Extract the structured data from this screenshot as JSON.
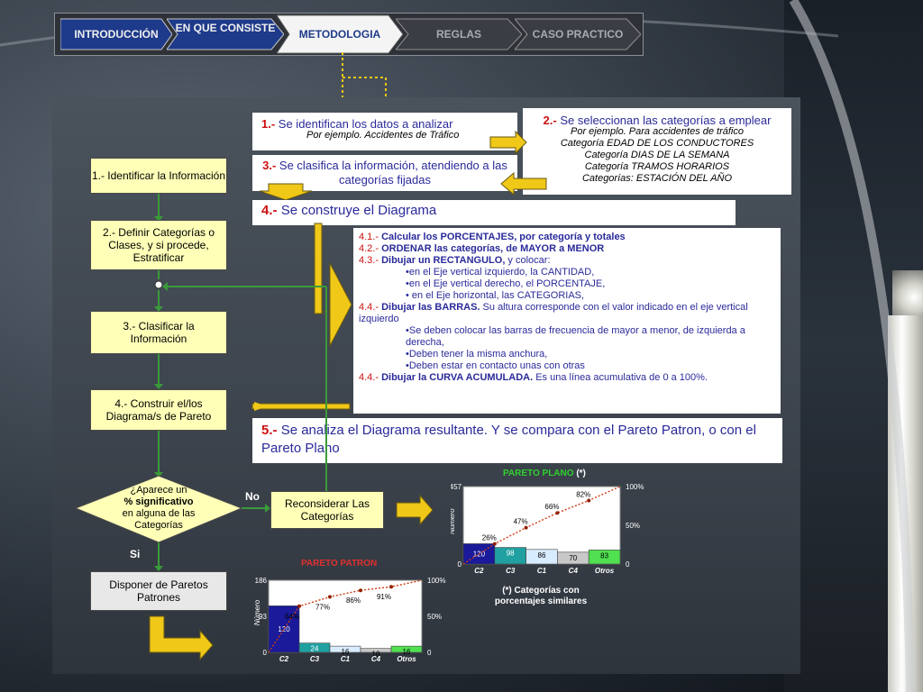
{
  "nav": {
    "tabs": [
      {
        "label": "INTRODUCCIÓN"
      },
      {
        "label": "EN QUE CONSISTE"
      },
      {
        "label": "METODOLOGIA"
      },
      {
        "label": "REGLAS"
      },
      {
        "label": "CASO PRACTICO"
      }
    ]
  },
  "steps": {
    "s1": {
      "num": "1.-",
      "text": "Se identifican los datos a analizar",
      "example": "Por ejemplo. Accidentes de Tráfico"
    },
    "s2": {
      "num": "2.-",
      "text": "Se seleccionan las categorías a emplear",
      "lines": [
        "Por ejemplo. Para accidentes de tráfico",
        "Categoría EDAD DE LOS CONDUCTORES",
        "Categoría DIAS DE LA SEMANA",
        "Categoría TRAMOS HORARIOS",
        "Categorías: ESTACIÓN DEL AÑO"
      ]
    },
    "s3": {
      "num": "3.-",
      "text": "Se clasifica la información, atendiendo a las categorías fijadas"
    },
    "s4": {
      "num": "4.-",
      "text": "Se construye el  Diagrama"
    },
    "s5": {
      "num": "5.-",
      "text": "Se analiza el  Diagrama resultante. Y se compara con el Pareto Patron, o con el Pareto Plano"
    }
  },
  "details": [
    {
      "num": "4.1.-",
      "bold": "Calcular los PORCENTAJES, por categoría y totales",
      "rest": ""
    },
    {
      "num": "4.2.-",
      "bold": "ORDENAR las categorías, de MAYOR a MENOR",
      "rest": ""
    },
    {
      "num": "4.3.-",
      "bold": "Dibujar un RECTANGULO,",
      "rest": " y colocar:"
    },
    {
      "indent": "•en el Eje vertical izquierdo, la CANTIDAD,"
    },
    {
      "indent": "•en el Eje vertical derecho, el PORCENTAJE,"
    },
    {
      "indent": "• en el Eje horizontal, las CATEGORIAS,"
    },
    {
      "num": "4.4.-",
      "bold": "Dibujar las BARRAS.",
      "rest": " Su altura corresponde con el valor indicado en el eje vertical izquierdo"
    },
    {
      "indent": "•Se deben colocar las barras de frecuencia de mayor a menor, de izquierda a derecha,"
    },
    {
      "indent": "•Deben tener la misma anchura,"
    },
    {
      "indent": "•Deben estar en contacto unas con otras"
    },
    {
      "num": "4.4.-",
      "bold": "Dibujar la CURVA ACUMULADA.",
      "rest": " Es una línea acumulativa de 0 a 100%."
    }
  ],
  "flow": {
    "f1": "1.- Identificar la Información",
    "f2": "2.- Definir Categorías o Clases, y si procede, Estratificar",
    "f3": "3.- Clasificar la Información",
    "f4": "4.- Construir el/los Diagrama/s de Pareto",
    "decision_a": "¿Aparece un",
    "decision_b": "% significativo",
    "decision_c": "en alguna de las Categorías",
    "no": "No",
    "si": "Si",
    "reconsider": "Reconsiderar Las Categorías",
    "dispose": "Disponer de Paretos Patrones"
  },
  "note": "(*) Categorías con porcentajes similares",
  "colors": {
    "title_red": "#cc1010",
    "text_blue": "#2a2a9a",
    "flow_yellow": "#ffffb8",
    "arrow_gold": "#f0c818",
    "line_green": "#3a9a3a"
  },
  "chart_data": [
    {
      "type": "bar",
      "title": "PARETO PLANO",
      "title_suffix": "(*)",
      "ylabel": "Número",
      "categories": [
        "C2",
        "C3",
        "C1",
        "C4",
        "Otros"
      ],
      "values": [
        120,
        98,
        86,
        70,
        83
      ],
      "ylim": [
        0,
        457
      ],
      "y_ticks": [
        "457",
        "0"
      ],
      "y2_ticks": [
        "100%",
        "50%",
        "0"
      ],
      "cumulative_labels": [
        "26%",
        "47%",
        "66%",
        "82%"
      ],
      "cumulative": [
        26,
        47,
        66,
        82,
        100
      ],
      "colors": [
        "#1a1a9a",
        "#20a0a0",
        "#d8ecff",
        "#c8c8c8",
        "#50e050"
      ]
    },
    {
      "type": "bar",
      "title": "PARETO PATRON",
      "ylabel": "Número",
      "categories": [
        "C2",
        "C3",
        "C1",
        "C4",
        "Otros"
      ],
      "values": [
        120,
        24,
        16,
        10,
        16
      ],
      "ylim": [
        0,
        186
      ],
      "y_ticks": [
        "186",
        "93",
        "0"
      ],
      "y2_ticks": [
        "100%",
        "50%",
        "0"
      ],
      "cumulative_labels": [
        "64%",
        "77%",
        "86%",
        "91%"
      ],
      "cumulative": [
        64,
        77,
        86,
        91,
        100
      ],
      "colors": [
        "#1a1a9a",
        "#20a0a0",
        "#d8ecff",
        "#c8c8c8",
        "#50e050"
      ]
    }
  ]
}
